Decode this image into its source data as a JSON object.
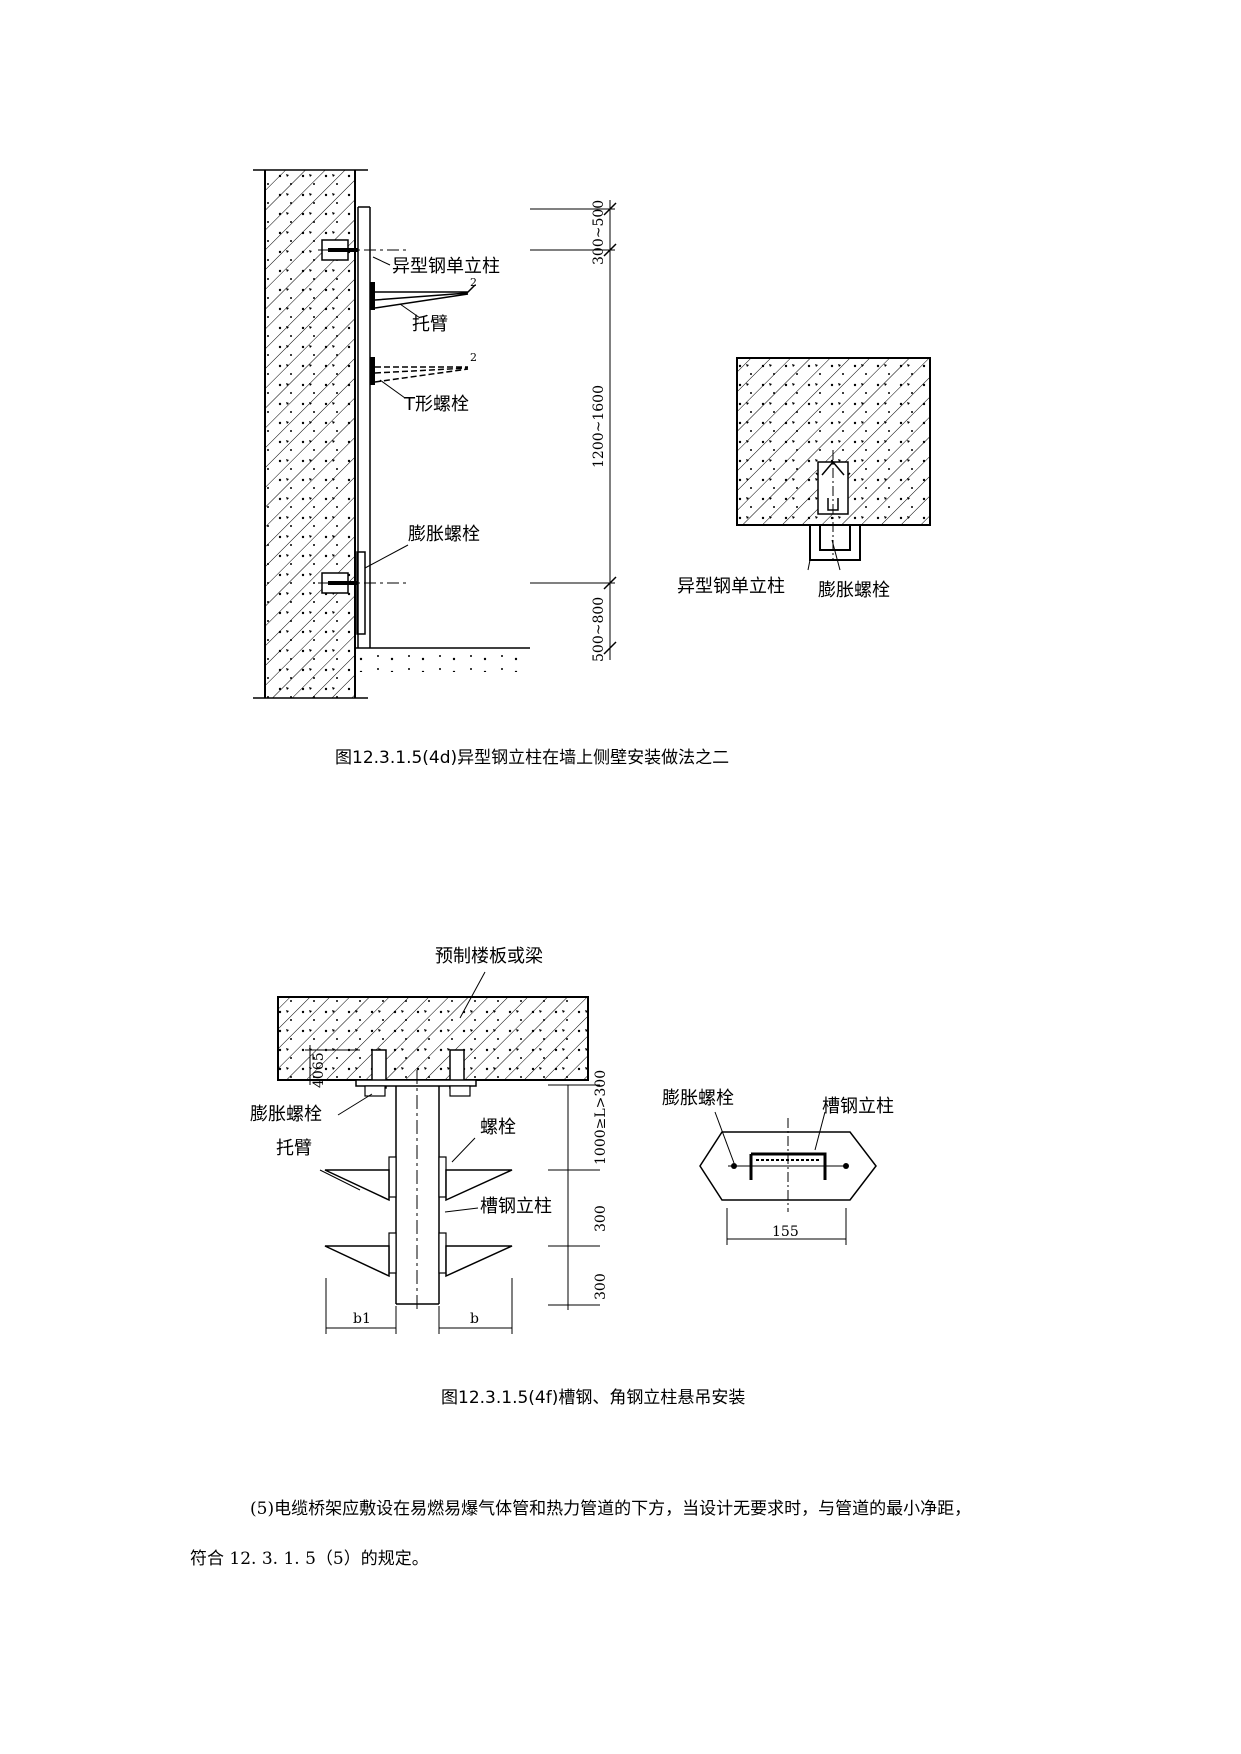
{
  "figure_a": {
    "labels": {
      "column": "异型钢单立柱",
      "arm": "托臂",
      "t_bolt": "T形螺栓",
      "exp_bolt": "膨胀螺栓",
      "plan_column": "异型钢单立柱",
      "plan_bolt": "膨胀螺栓"
    },
    "dims": {
      "top": "300~500",
      "middle": "1200~1600",
      "bottom": "500~800"
    },
    "caption": "图12.3.1.5(4d)异型钢立柱在墙上侧壁安装做法之二"
  },
  "figure_b": {
    "labels": {
      "slab": "预制楼板或梁",
      "exp_bolt": "膨胀螺栓",
      "bolt": "螺栓",
      "arm": "托臂",
      "channel": "槽钢立柱",
      "plan_bolt": "膨胀螺栓",
      "plan_channel": "槽钢立柱"
    },
    "dims": {
      "d4065": "4065",
      "d1000": "1000≥L>300",
      "d300a": "300",
      "d300b": "300",
      "b1": "b1",
      "b": "b",
      "d155": "155"
    },
    "caption": "图12.3.1.5(4f)槽钢、角钢立柱悬吊安装"
  },
  "body": {
    "para1": "(5)电缆桥架应敷设在易燃易爆气体管和热力管道的下方，当设计无要求时，与管道的最小净距，",
    "para2": "符合 12. 3. 1. 5（5）的规定。"
  }
}
